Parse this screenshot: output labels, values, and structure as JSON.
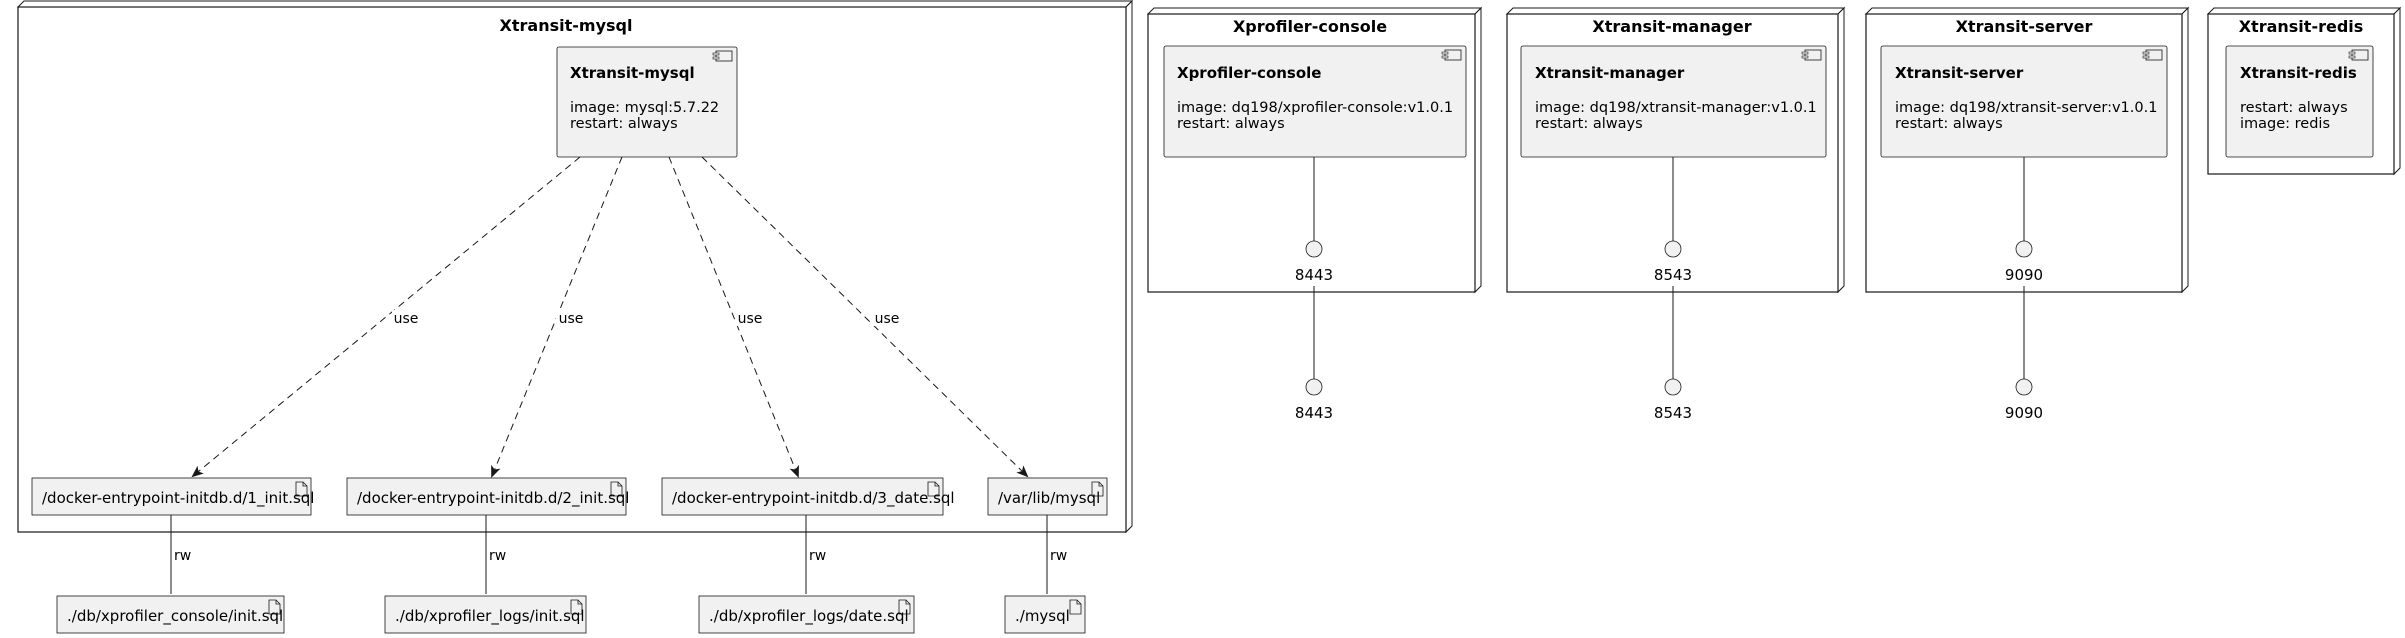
{
  "nodes": {
    "mysql": {
      "title": "Xtransit-mysql"
    },
    "console": {
      "title": "Xprofiler-console"
    },
    "manager": {
      "title": "Xtransit-manager"
    },
    "server": {
      "title": "Xtransit-server"
    },
    "redis": {
      "title": "Xtransit-redis"
    }
  },
  "components": {
    "mysql": {
      "title": "Xtransit-mysql",
      "line1": "image: mysql:5.7.22",
      "line2": "restart: always"
    },
    "console": {
      "title": "Xprofiler-console",
      "line1": "image: dq198/xprofiler-console:v1.0.1",
      "line2": "restart: always"
    },
    "manager": {
      "title": "Xtransit-manager",
      "line1": "image: dq198/xtransit-manager:v1.0.1",
      "line2": "restart: always"
    },
    "server": {
      "title": "Xtransit-server",
      "line1": "image: dq198/xtransit-server:v1.0.1",
      "line2": "restart: always"
    },
    "redis": {
      "title": "Xtransit-redis",
      "line1": "restart: always",
      "line2": "image: redis"
    }
  },
  "container_files": [
    "/docker-entrypoint-initdb.d/1_init.sql",
    "/docker-entrypoint-initdb.d/2_init.sql",
    "/docker-entrypoint-initdb.d/3_date.sql",
    "/var/lib/mysql"
  ],
  "host_files": [
    "./db/xprofiler_console/init.sql",
    "./db/xprofiler_logs/init.sql",
    "./db/xprofiler_logs/date.sql",
    "./mysql"
  ],
  "edge_labels": {
    "use": "use",
    "rw": "rw"
  },
  "ports": {
    "console_inner": "8443",
    "console_outer": "8443",
    "manager_inner": "8543",
    "manager_outer": "8543",
    "server_inner": "9090",
    "server_outer": "9090"
  },
  "colors": {
    "box_fill": "#f1f1f1",
    "stroke": "#181818",
    "background": "#ffffff"
  }
}
